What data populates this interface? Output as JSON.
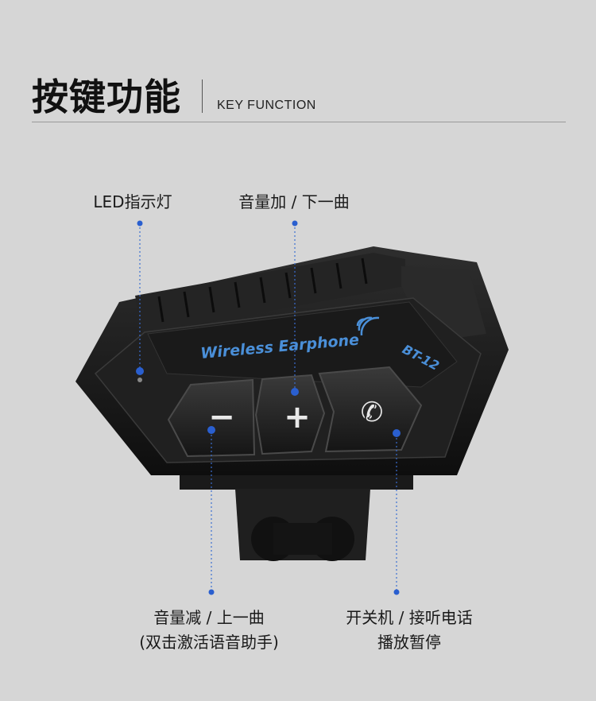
{
  "header": {
    "title": "按键功能",
    "subtitle": "KEY FUNCTION"
  },
  "device": {
    "brand_text": "Wireless Earphone",
    "model_text": "BT-12",
    "buttons": [
      {
        "id": "minus",
        "symbol": "−"
      },
      {
        "id": "plus",
        "symbol": "+"
      },
      {
        "id": "phone",
        "symbol": "✆"
      }
    ]
  },
  "callouts": {
    "led": "LED指示灯",
    "volume_up": "音量加 / 下一曲",
    "volume_down_line1": "音量减 / 上一曲",
    "volume_down_line2": "(双击激活语音助手)",
    "power_line1": "开关机 / 接听电话",
    "power_line2": "播放暂停"
  },
  "colors": {
    "background": "#d6d6d6",
    "device_body": "#1c1c1c",
    "accent_blue": "#4a8fd8",
    "lead_line": "#3b6fd1"
  }
}
